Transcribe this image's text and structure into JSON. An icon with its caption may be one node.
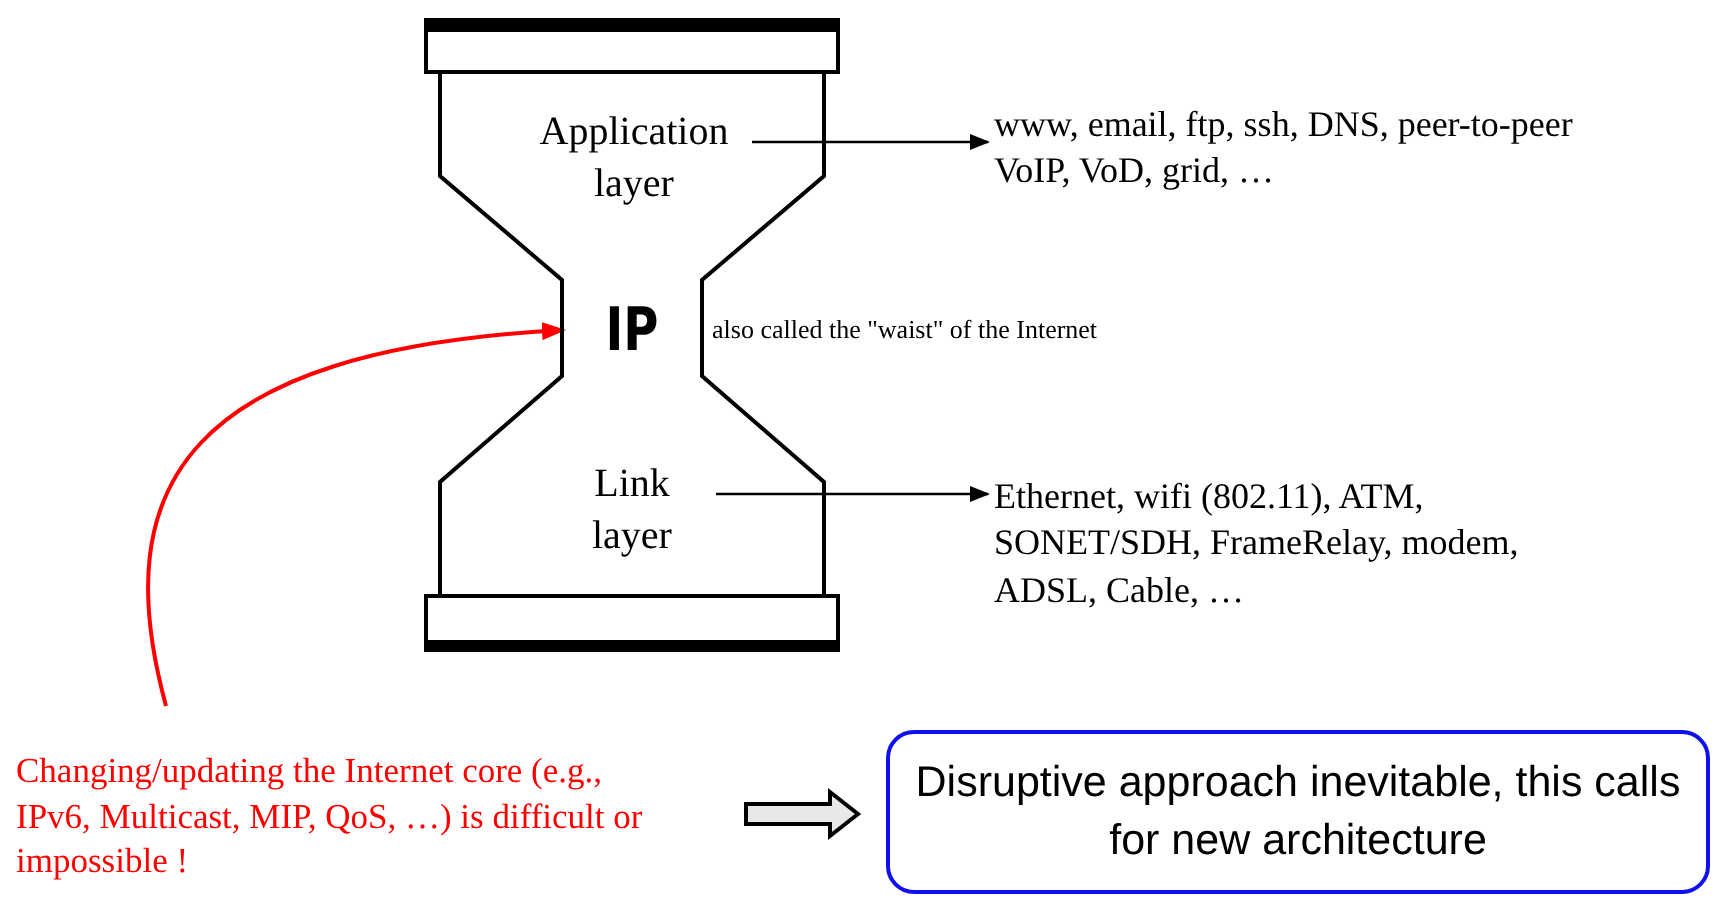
{
  "diagram": {
    "nodes": [
      {
        "text": [],
        "shape": "hourglass"
      },
      {
        "text": [
          "Application layer"
        ],
        "in": 0
      },
      {
        "text": [
          "IP"
        ],
        "in": 0
      },
      {
        "text": [
          "Link layer"
        ],
        "in": 0
      },
      {
        "text": [
          "www, email, ftp, ssh, DNS, peer-to-peer VoIP, VoD, grid, …"
        ]
      },
      {
        "text": [
          "Ethernet, wifi (802.11), ATM, SONET/SDH, FrameRelay, modem, ADSL, Cable, …"
        ]
      },
      {
        "text": [
          "Changing/updating the Internet core (e.g., IPv6, Multicast, MIP, QoS, …) is difficult or impossible !"
        ]
      },
      {
        "text": [
          "Disruptive approach inevitable, this calls for new architecture"
        ]
      }
    ],
    "edges": [
      {
        "from": 1,
        "to": 4,
        "arrow": "to"
      },
      {
        "from": 3,
        "to": 5,
        "arrow": "to"
      },
      {
        "from": 6,
        "to": 2,
        "arrow": "to",
        "color": "#ff0000"
      },
      {
        "from": 6,
        "to": 7,
        "arrow": "to",
        "style": "thick"
      }
    ],
    "labels": [
      "also called the \"waist\" of the Internet"
    ]
  }
}
